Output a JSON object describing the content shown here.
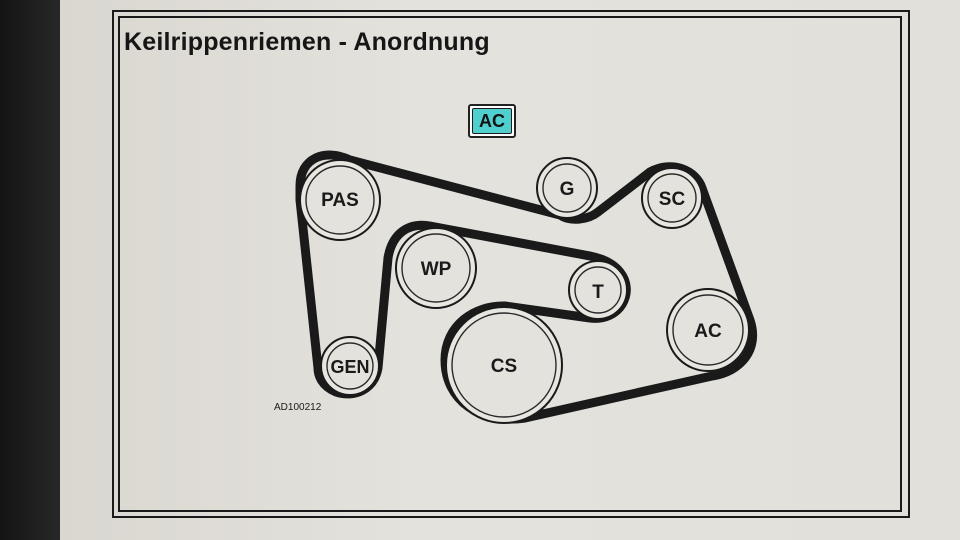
{
  "title": "Keilrippenriemen - Anordnung",
  "diagram_code": "AD100212",
  "selected_tag": "AC",
  "pulleys": [
    {
      "id": "pas",
      "label": "PAS"
    },
    {
      "id": "g",
      "label": "G"
    },
    {
      "id": "sc",
      "label": "SC"
    },
    {
      "id": "wp",
      "label": "WP"
    },
    {
      "id": "t",
      "label": "T"
    },
    {
      "id": "ac",
      "label": "AC"
    },
    {
      "id": "cs",
      "label": "CS"
    },
    {
      "id": "gen",
      "label": "GEN"
    }
  ],
  "colors": {
    "belt": "#1a1a1a",
    "highlight": "#4fd0cf",
    "background": "#e2e0da"
  }
}
